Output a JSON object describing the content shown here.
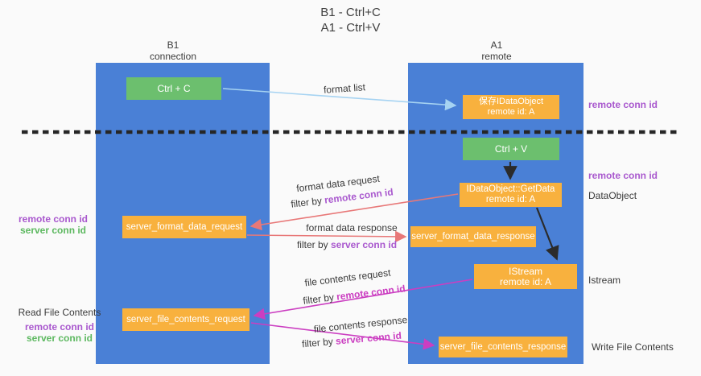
{
  "title": {
    "line1": "B1 - Ctrl+C",
    "line2": "A1 - Ctrl+V"
  },
  "columns": {
    "left": {
      "name": "B1",
      "role": "connection"
    },
    "right": {
      "name": "A1",
      "role": "remote"
    }
  },
  "nodes": {
    "ctrl_c": "Ctrl + C",
    "ctrl_v": "Ctrl + V",
    "save_dataobject": {
      "line1": "保存IDataObject",
      "line2": "remote id: A"
    },
    "getdata": {
      "line1": "IDataObject::GetData",
      "line2": "remote id: A"
    },
    "istream": {
      "line1": "IStream",
      "line2": "remote id: A"
    },
    "server_format_data_request": "server_format_data_request",
    "server_format_data_response": "server_format_data_response",
    "server_file_contents_request": "server_file_contents_request",
    "server_file_contents_response": "server_file_contents_response"
  },
  "labels": {
    "format_list": "format list",
    "format_data_request": "format data request",
    "format_data_response": "format data response",
    "file_contents_request": "file contents request",
    "file_contents_response": "file contents response",
    "filter_by": "filter by ",
    "remote_conn_id": "remote conn id",
    "server_conn_id": "server conn id",
    "read_file_contents": "Read File Contents",
    "write_file_contents": "Write File Contents",
    "dataobject": "DataObject",
    "istream_side": "Istream"
  },
  "colors": {
    "column_blue": "#4a80d6",
    "box_green": "#6cbf6e",
    "box_orange": "#f8b13e",
    "arrow_red": "#e87878",
    "arrow_magenta": "#cb3ec1",
    "arrow_light_blue": "#a6d3f2",
    "arrow_black": "#2b2b2b",
    "highlight_purple": "#a958ce",
    "highlight_green": "#5cb85f",
    "highlight_magenta": "#cb3ec1"
  }
}
